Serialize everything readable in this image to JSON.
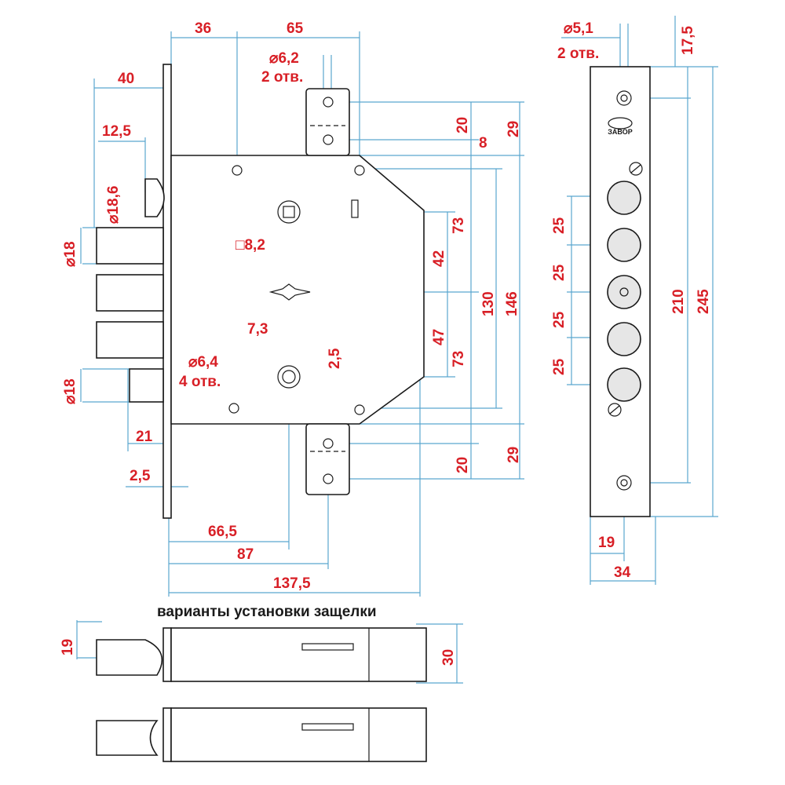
{
  "caption": "варианты установки защелки",
  "logo_text": "ЗАВОР",
  "colors": {
    "dimension_text": "#d81f26",
    "dimension_lines": "#5aa6cf",
    "outline": "#1a1a1a"
  },
  "dims": {
    "d36": "36",
    "d65": "65",
    "d40": "40",
    "d12_5": "12,5",
    "d_hole62": "⌀6,2",
    "d_2holes_a": "2 отв.",
    "d18_6": "⌀18,6",
    "d18_a": "⌀18",
    "d18_b": "⌀18",
    "d_sq82": "□8,2",
    "d7_3": "7,3",
    "d2_5a": "2,5",
    "d_hole64": "⌀6,4",
    "d_4holes": "4 отв.",
    "d21": "21",
    "d2_5b": "2,5",
    "d66_5": "66,5",
    "d87": "87",
    "d137_5": "137,5",
    "d20a": "20",
    "d8": "8",
    "d29a": "29",
    "d73a": "73",
    "d42": "42",
    "d130": "130",
    "d146": "146",
    "d47": "47",
    "d73b": "73",
    "d20b": "20",
    "d29b": "29",
    "d_hole51": "⌀5,1",
    "d_2holes_b": "2 отв.",
    "d17_5": "17,5",
    "d25a": "25",
    "d25b": "25",
    "d25c": "25",
    "d25d": "25",
    "d210": "210",
    "d245": "245",
    "d19a": "19",
    "d34": "34",
    "d19b": "19",
    "d30": "30"
  }
}
